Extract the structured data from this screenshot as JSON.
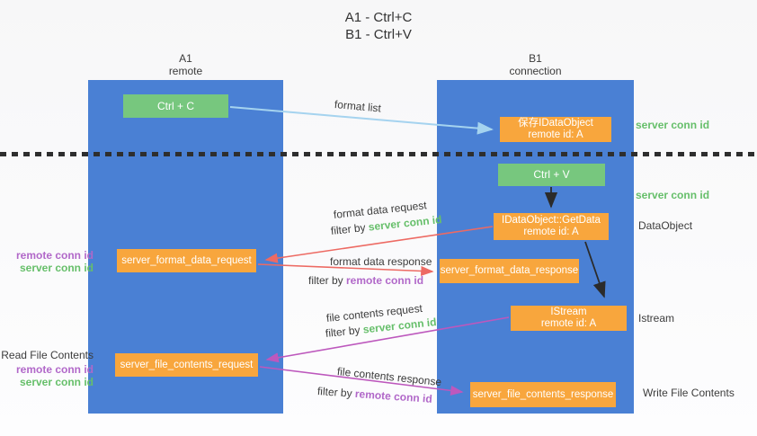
{
  "title": {
    "line1": "A1 - Ctrl+C",
    "line2": "B1 - Ctrl+V"
  },
  "lifelines": [
    {
      "name": "A1",
      "role": "remote"
    },
    {
      "name": "B1",
      "role": "connection"
    }
  ],
  "boxes": {
    "ctrl_c": {
      "label": "Ctrl + C"
    },
    "ctrl_v": {
      "label": "Ctrl + V"
    },
    "save_idataobject": {
      "line1": "保存IDataObject",
      "line2": "remote id: A"
    },
    "idataobject_getdata": {
      "line1": "IDataObject::GetData",
      "line2": "remote id: A"
    },
    "istream": {
      "line1": "IStream",
      "line2": "remote id: A"
    },
    "server_format_data_request": {
      "label": "server_format_data_request"
    },
    "server_format_data_response": {
      "label": "server_format_data_response"
    },
    "server_file_contents_request": {
      "label": "server_file_contents_request"
    },
    "server_file_contents_response": {
      "label": "server_file_contents_response"
    }
  },
  "arrows": {
    "format_list": {
      "label": "format list"
    },
    "format_data_request": {
      "label": "format data request",
      "filter_prefix": "filter by ",
      "filter_id": "server conn id"
    },
    "format_data_response": {
      "label": "format data response",
      "filter_prefix": "filter by ",
      "filter_id": "remote conn id"
    },
    "file_contents_request": {
      "label": "file contents request",
      "filter_prefix": "filter by ",
      "filter_id": "server conn id"
    },
    "file_contents_response": {
      "label": "file contents response",
      "filter_prefix": "filter by ",
      "filter_id": "remote conn id"
    }
  },
  "side_labels": {
    "server_conn_id": "server conn id",
    "remote_conn_id": "remote conn id",
    "dataobject": "DataObject",
    "istream": "Istream",
    "read_file_contents": "Read File Contents",
    "write_file_contents": "Write File Contents"
  },
  "colors": {
    "lifeline_blue": "#4a80d4",
    "box_green": "#77c77e",
    "box_orange": "#f8a63d",
    "arrow_light_blue": "#a5d3ef",
    "arrow_red": "#ed6a63",
    "arrow_magenta": "#bd58bd",
    "arrow_black": "#2b2b2b",
    "text_green": "#66bf6a",
    "text_purple": "#b168c9",
    "text_dark": "#3c3c3c"
  }
}
